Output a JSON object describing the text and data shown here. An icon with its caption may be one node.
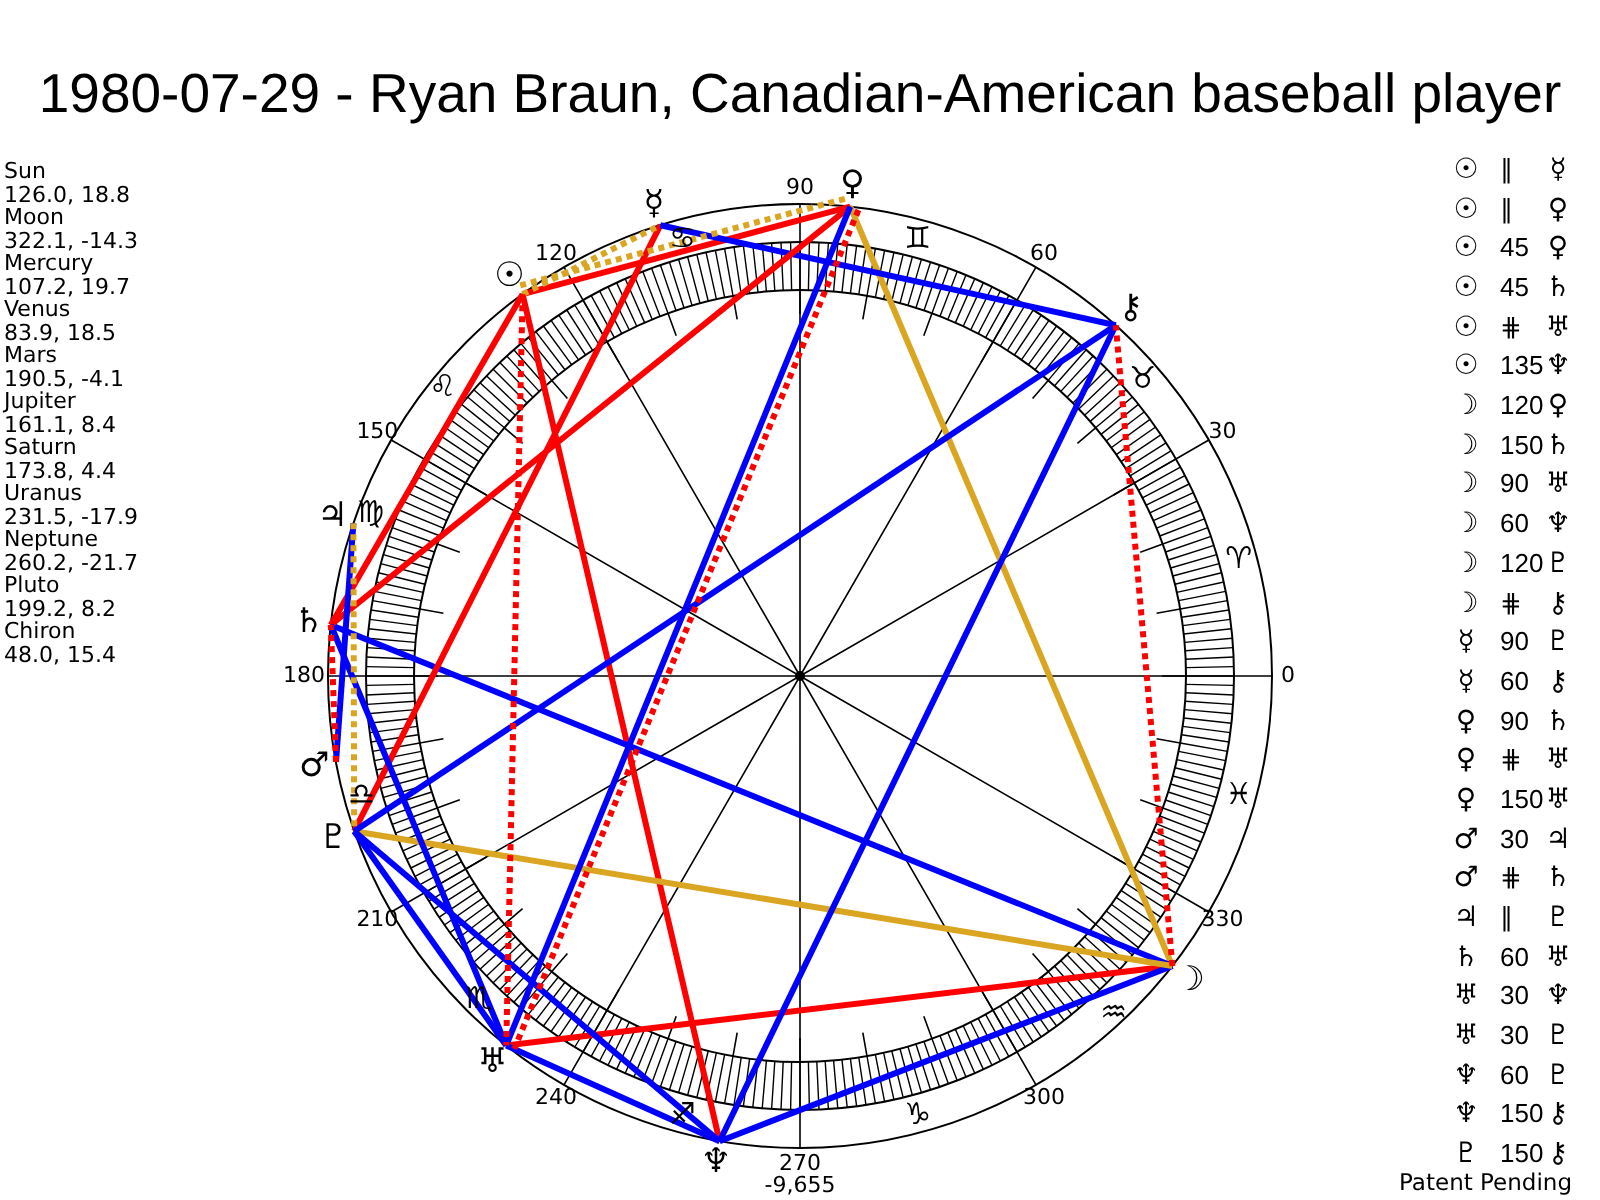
{
  "diagram": {
    "title": "1980-07-29 - Ryan Braun, Canadian-American baseball player",
    "nodes": [
      {
        "text": [
          "☉"
        ]
      },
      {
        "text": [
          "☽"
        ]
      },
      {
        "text": [
          "☿"
        ]
      },
      {
        "text": [
          "♀"
        ]
      },
      {
        "text": [
          "♂"
        ]
      },
      {
        "text": [
          "♃"
        ]
      },
      {
        "text": [
          "♄"
        ]
      },
      {
        "text": [
          "♅"
        ]
      },
      {
        "text": [
          "♆"
        ]
      },
      {
        "text": [
          "♇"
        ]
      },
      {
        "text": [
          "⚷"
        ]
      }
    ],
    "edges": [
      {
        "from": 0,
        "to": 2,
        "arrow": "none",
        "style": "dashed",
        "color": "#daa520"
      },
      {
        "from": 0,
        "to": 3,
        "arrow": "none",
        "style": "dashed",
        "color": "#daa520"
      },
      {
        "from": 0,
        "to": 3,
        "arrow": "none",
        "color": "#ff0000"
      },
      {
        "from": 0,
        "to": 6,
        "arrow": "none",
        "color": "#ff0000"
      },
      {
        "from": 0,
        "to": 7,
        "arrow": "none",
        "style": "dashed",
        "color": "#ff0000"
      },
      {
        "from": 0,
        "to": 8,
        "arrow": "none",
        "color": "#ff0000"
      },
      {
        "from": 1,
        "to": 3,
        "arrow": "none",
        "color": "#daa520"
      },
      {
        "from": 1,
        "to": 6,
        "arrow": "none"
      },
      {
        "from": 1,
        "to": 7,
        "arrow": "none",
        "color": "#ff0000"
      },
      {
        "from": 1,
        "to": 8,
        "arrow": "none"
      },
      {
        "from": 1,
        "to": 9,
        "arrow": "none",
        "color": "#daa520"
      },
      {
        "from": 1,
        "to": 10,
        "arrow": "none",
        "style": "dashed",
        "color": "#ff0000"
      },
      {
        "from": 2,
        "to": 9,
        "arrow": "none",
        "color": "#ff0000"
      },
      {
        "from": 2,
        "to": 10,
        "arrow": "none"
      },
      {
        "from": 3,
        "to": 6,
        "arrow": "none",
        "color": "#ff0000"
      },
      {
        "from": 3,
        "to": 7,
        "arrow": "none",
        "style": "dashed",
        "color": "#ff0000"
      },
      {
        "from": 3,
        "to": 7,
        "arrow": "none"
      },
      {
        "from": 4,
        "to": 5,
        "arrow": "none"
      },
      {
        "from": 4,
        "to": 6,
        "arrow": "none",
        "style": "dashed",
        "color": "#ff0000"
      },
      {
        "from": 5,
        "to": 9,
        "arrow": "none",
        "style": "dashed",
        "color": "#daa520"
      },
      {
        "from": 6,
        "to": 7,
        "arrow": "none"
      },
      {
        "from": 7,
        "to": 8,
        "arrow": "none"
      },
      {
        "from": 7,
        "to": 9,
        "arrow": "none"
      },
      {
        "from": 8,
        "to": 9,
        "arrow": "none"
      },
      {
        "from": 8,
        "to": 10,
        "arrow": "none"
      },
      {
        "from": 9,
        "to": 10,
        "arrow": "none"
      }
    ],
    "labels": [
      "Sun",
      "126.0, 18.8",
      "Moon",
      "322.1, -14.3",
      "Mercury",
      "107.2, 19.7",
      "Venus",
      "83.9, 18.5",
      "Mars",
      "190.5, -4.1",
      "Jupiter",
      "161.1, 8.4",
      "Saturn",
      "173.8, 4.4",
      "Uranus",
      "231.5, -17.9",
      "Neptune",
      "260.2, -21.7",
      "Pluto",
      "199.2, 8.2",
      "Chiron",
      "48.0, 15.4",
      "90",
      "120",
      "60",
      "150",
      "30",
      "180",
      "0",
      "210",
      "330",
      "240",
      "300",
      "270",
      "-9,655",
      "♋",
      "♊",
      "♌",
      "♉",
      "♍",
      "♈",
      "♎",
      "♓",
      "♏",
      "♒",
      "♐",
      "♑",
      "☉",
      "∥",
      "☿",
      "☉",
      "∥",
      "♀",
      "☉",
      "45",
      "♀",
      "☉",
      "45",
      "♄",
      "☉",
      "⋕",
      "♅",
      "☉",
      "135",
      "♆",
      "☽",
      "120",
      "♀",
      "☽",
      "150",
      "♄",
      "☽",
      "90",
      "♅",
      "☽",
      "60",
      "♆",
      "☽",
      "120",
      "♇",
      "☽",
      "⋕",
      "⚷",
      "☿",
      "90",
      "♇",
      "☿",
      "60",
      "⚷",
      "♀",
      "90",
      "♄",
      "♀",
      "⋕",
      "♅",
      "♀",
      "150",
      "♅",
      "♂",
      "30",
      "♃",
      "♂",
      "⋕",
      "♄",
      "♃",
      "∥",
      "♇",
      "♄",
      "60",
      "♅",
      "♅",
      "30",
      "♆",
      "♅",
      "30",
      "♇",
      "♆",
      "60",
      "♇",
      "♆",
      "150",
      "⚷",
      "♇",
      "150",
      "⚷",
      "Patent Pending"
    ]
  }
}
